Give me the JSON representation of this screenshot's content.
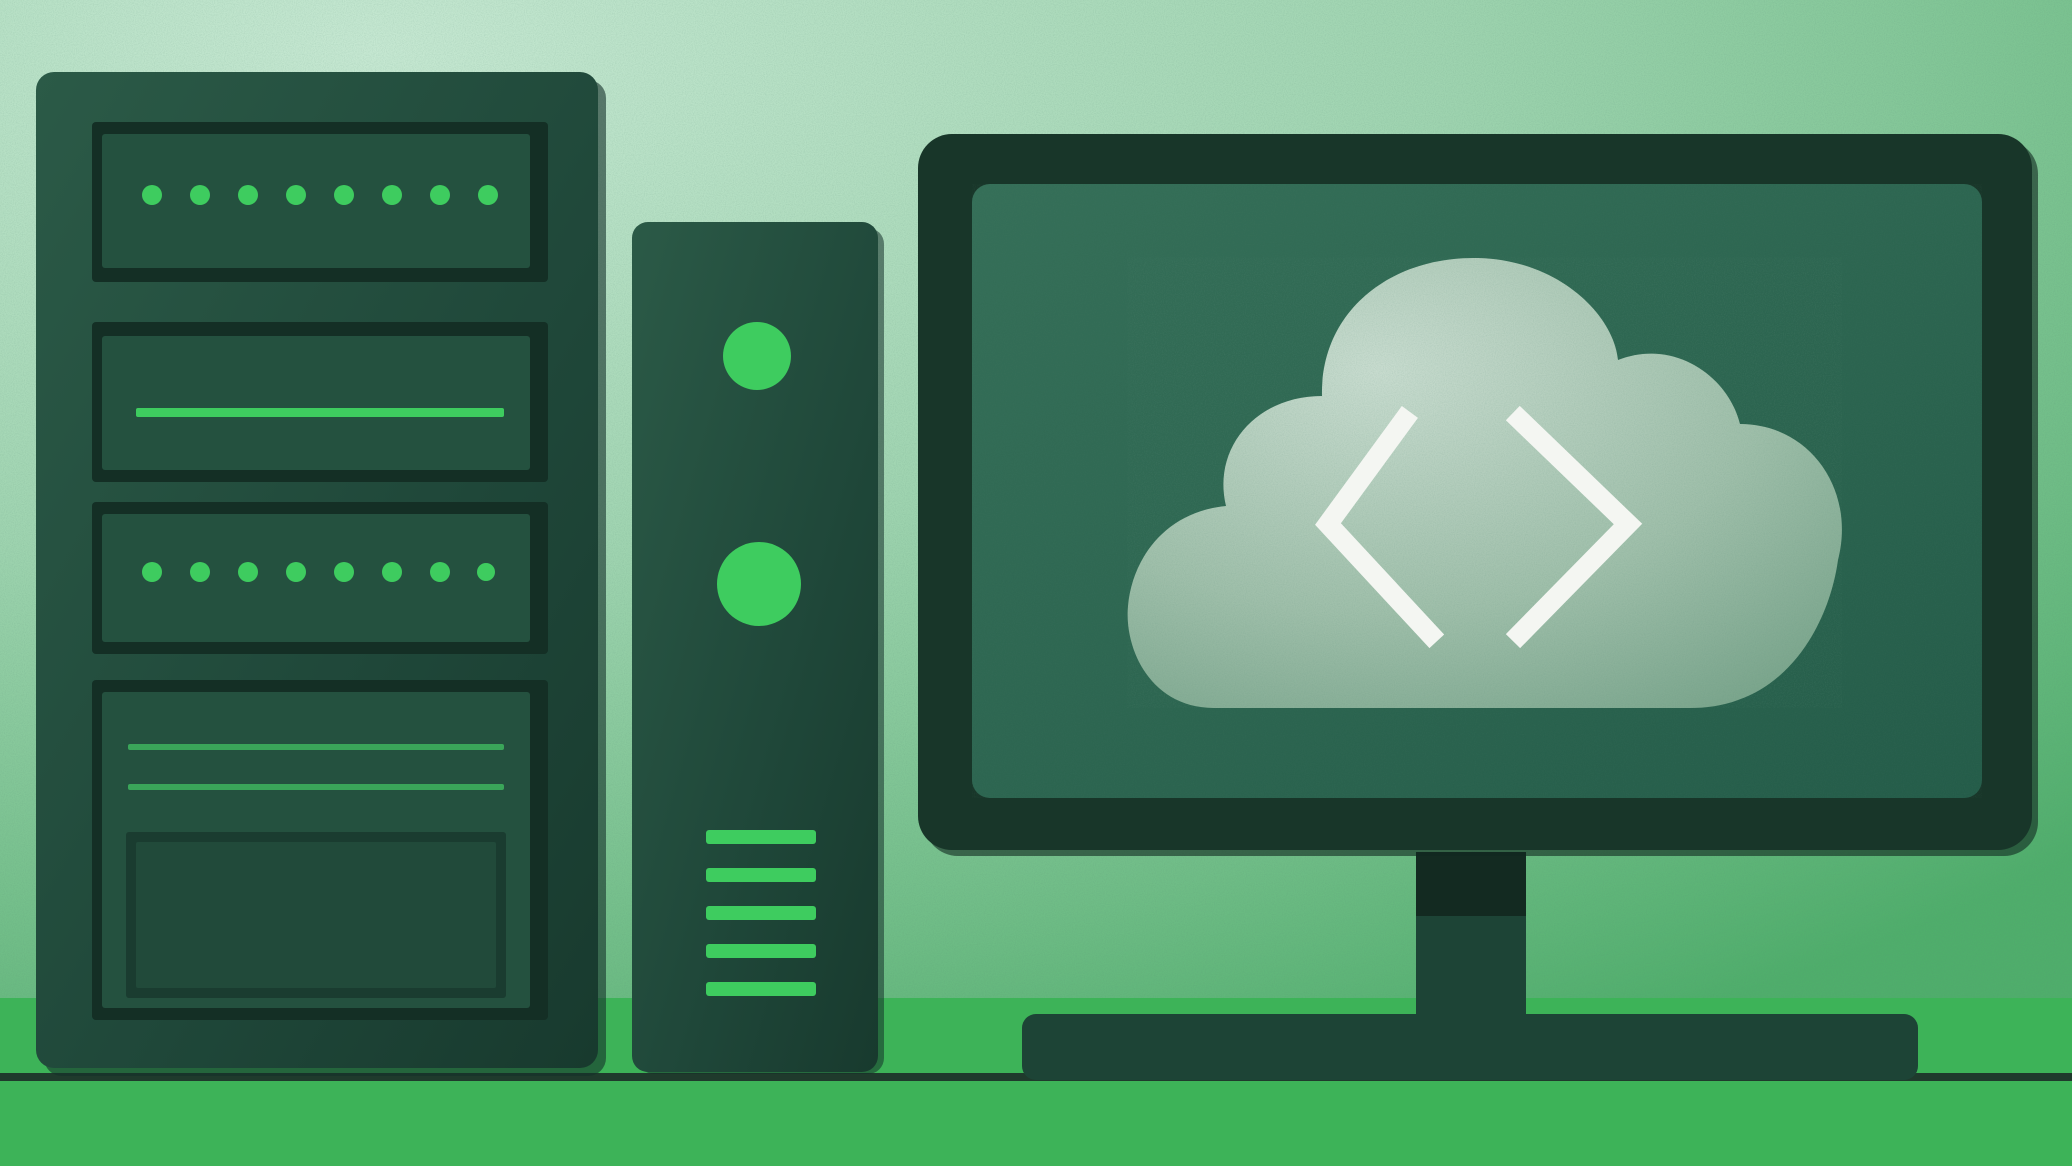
{
  "scene": {
    "subject": "illustration",
    "colors": {
      "bg_light": "#b9e1c8",
      "bg_mid": "#83c49a",
      "bg_green": "#4caf6a",
      "floor": "#3db358",
      "floor_line": "#1f3a2c",
      "case_dark": "#1d3d31",
      "case_body": "#22493a",
      "bay_fill": "#1f4335",
      "bay_inner": "#26533f",
      "led_green": "#3ecc5f",
      "monitor_frame": "#183629",
      "screen": "#2b6650",
      "cloud": "#a9c7b3",
      "code_symbol": "#f4f6f2"
    },
    "objects": {
      "rack_server": {
        "bays": 4,
        "led_rows": 2,
        "leds_per_row": 8
      },
      "tower_pc": {
        "buttons": 2,
        "vent_slots": 5
      },
      "monitor": {
        "screen_icon": "cloud-code-icon",
        "symbol": "code-brackets"
      }
    }
  }
}
